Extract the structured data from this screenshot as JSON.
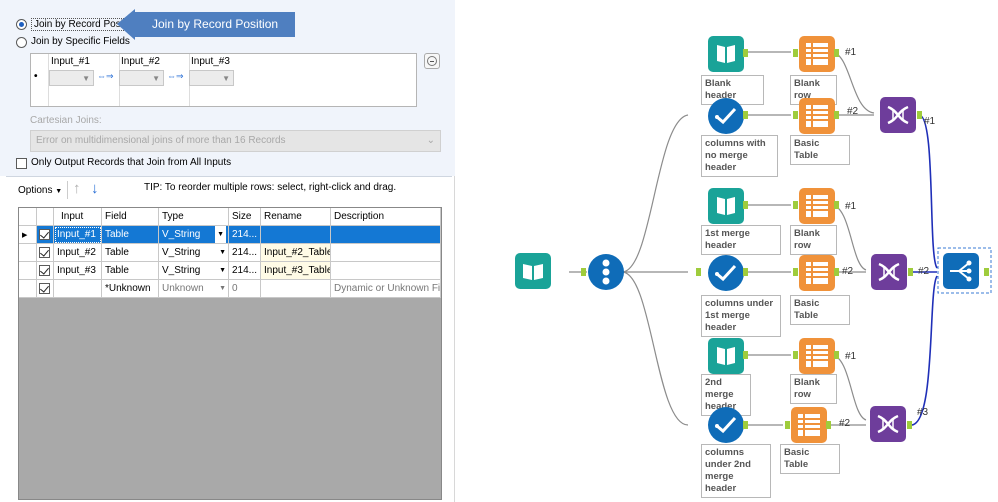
{
  "config": {
    "join_by_record_position": "Join by Record Position",
    "join_by_specific_fields": "Join by Specific Fields",
    "callout": "Join by Record Position",
    "input_headers": [
      "Input_#1",
      "Input_#2",
      "Input_#3"
    ],
    "cartesian_label": "Cartesian Joins:",
    "cartesian_value": "Error on multidimensional joins of more than 16 Records",
    "only_output_label": "Only Output Records that Join from All Inputs",
    "options_label": "Options",
    "tip": "TIP: To reorder multiple rows: select, right-click and drag.",
    "grid": {
      "headers": [
        "Input",
        "Field",
        "Type",
        "Size",
        "Rename",
        "Description"
      ],
      "rows": [
        {
          "input": "Input_#1",
          "field": "Table",
          "type": "V_String",
          "size": "214...",
          "rename": "",
          "description": ""
        },
        {
          "input": "Input_#2",
          "field": "Table",
          "type": "V_String",
          "size": "214...",
          "rename": "Input_#2_Table",
          "description": ""
        },
        {
          "input": "Input_#3",
          "field": "Table",
          "type": "V_String",
          "size": "214...",
          "rename": "Input_#3_Table",
          "description": ""
        },
        {
          "input": "",
          "field": "*Unknown",
          "type": "Unknown",
          "size": "0",
          "rename": "",
          "description": "Dynamic or Unknown Fi..."
        }
      ]
    }
  },
  "workflow": {
    "labels": {
      "blank_header": "Blank header",
      "blank_row_1": "Blank row",
      "cols_no_merge": "columns with no merge header",
      "basic_table_1": "Basic Table",
      "first_merge": "1st merge header",
      "blank_row_2": "Blank row",
      "cols_under_1st": "columns under 1st merge header",
      "basic_table_2": "Basic Table",
      "second_merge": "2nd merge header",
      "blank_row_3": "Blank row",
      "cols_under_2nd": "columns under 2nd merge header",
      "basic_table_3": "Basic Table"
    },
    "connections": {
      "c1a": "#1",
      "c1b": "#2",
      "c1out": "#1",
      "c2a": "#1",
      "c2b": "#2",
      "c2out": "#2",
      "c3a": "#1",
      "c3b": "#2",
      "c3out": "#3"
    }
  },
  "colors": {
    "input_tool": "#1aa398",
    "textinput_tool": "#1aa398",
    "blue_tool": "#0f6cb8",
    "table_tool": "#f0923a",
    "join_tool": "#6e3d9b",
    "anchor": "#9fcc3c",
    "accent": "#4f7fc0"
  }
}
